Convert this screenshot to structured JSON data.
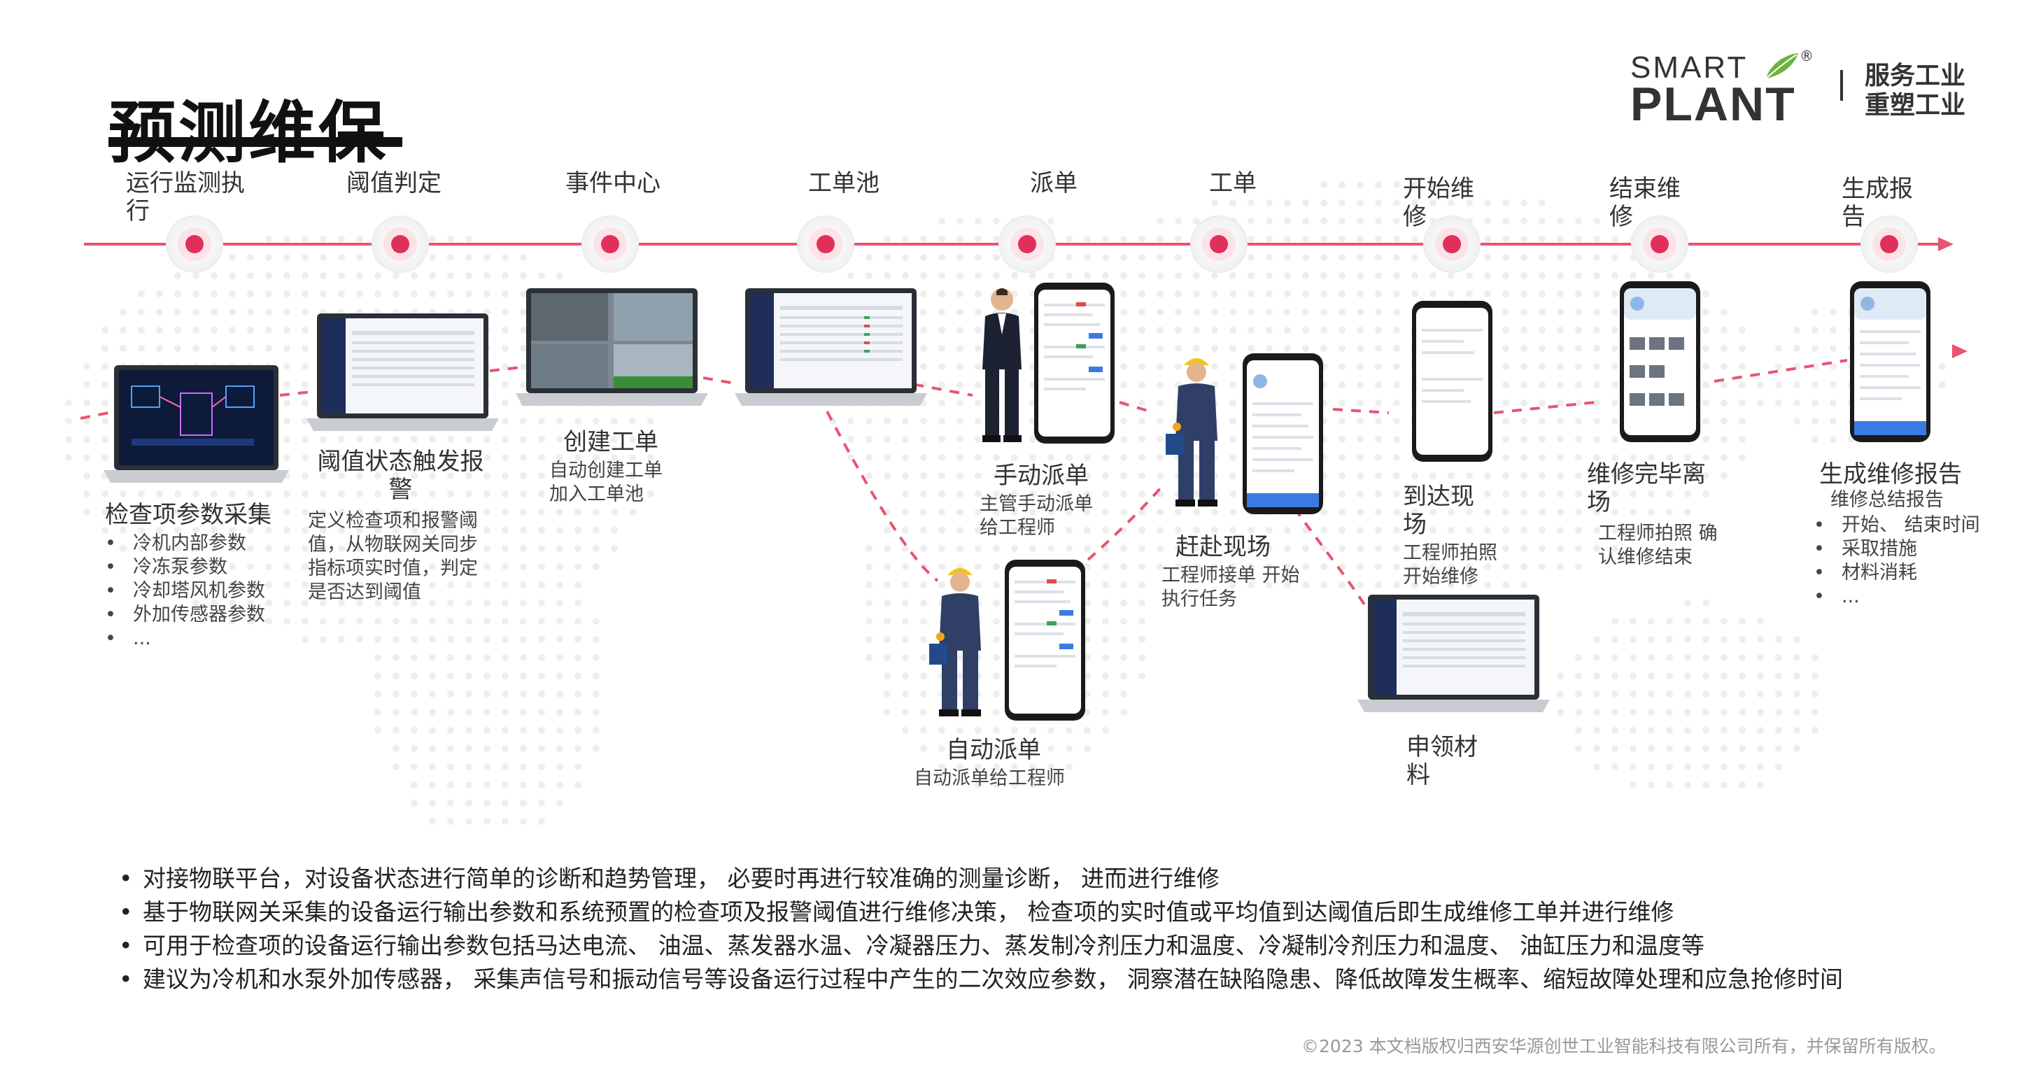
{
  "header": {
    "title": "预测维保",
    "logo_top": "SMART",
    "logo_bottom": "PLANT",
    "logo_mark": "®",
    "slogan_line1": "服务工业",
    "slogan_line2": "重塑工业"
  },
  "timeline": {
    "stages": [
      "运行监测执行",
      "阈值判定",
      "事件中心",
      "工单池",
      "派单",
      "工单",
      "开始维修",
      "结束维修",
      "生成报告"
    ]
  },
  "steps": {
    "inspect": {
      "title": "检查项参数采集",
      "items": [
        "冷机内部参数",
        "冷冻泵参数",
        "冷却塔风机参数",
        "外加传感器参数",
        "..."
      ]
    },
    "threshold": {
      "title": "阈值状态触发报警",
      "desc": "定义检查项和报警阈值，从物联网关同步指标项实时值，判定是否达到阈值"
    },
    "create_order": {
      "title": "创建工单",
      "desc": "自动创建工单 加入工单池"
    },
    "manual_dispatch": {
      "title": "手动派单",
      "desc": "主管手动派单 给工程师"
    },
    "auto_dispatch": {
      "title": "自动派单",
      "desc": "自动派单给工程师"
    },
    "go_site": {
      "title": "赶赴现场",
      "desc": "工程师接单 开始执行任务"
    },
    "arrive": {
      "title": "到达现场",
      "desc": "工程师拍照 开始维修"
    },
    "material": {
      "title": "申领材料"
    },
    "finish": {
      "title": "维修完毕离场",
      "desc": "工程师拍照 确认维修结束"
    },
    "report": {
      "title": "生成维修报告",
      "desc": "维修总结报告",
      "items": [
        "开始、 结束时间",
        "采取措施",
        "材料消耗",
        "..."
      ]
    }
  },
  "notes": [
    "对接物联平台，对设备状态进行简单的诊断和趋势管理， 必要时再进行较准确的测量诊断， 进而进行维修",
    "基于物联网关采集的设备运行输出参数和系统预置的检查项及报警阈值进行维修决策， 检查项的实时值或平均值到达阈值后即生成维修工单并进行维修",
    "可用于检查项的设备运行输出参数包括马达电流、 油温、蒸发器水温、冷凝器压力、蒸发制冷剂压力和温度、冷凝制冷剂压力和温度、 油缸压力和温度等",
    "建议为冷机和水泵外加传感器， 采集声信号和振动信号等设备运行过程中产生的二次效应参数， 洞察潜在缺陷隐患、降低故障发生概率、缩短故障处理和应急抢修时间"
  ],
  "bullet_char": "•",
  "copyright": "©2023 本文档版权归西安华源创世工业智能科技有限公司所有，并保留所有版权。",
  "colors": {
    "accent": "#e0305a",
    "timeline": "#e8556f",
    "text": "#333333"
  }
}
